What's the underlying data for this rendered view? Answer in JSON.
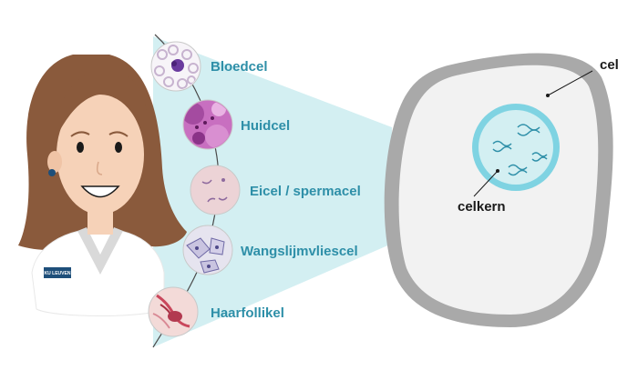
{
  "cell_types": [
    {
      "label": "Bloedcel",
      "icon": "blood-cell-micrograph-icon"
    },
    {
      "label": "Huidcel",
      "icon": "skin-cell-micrograph-icon"
    },
    {
      "label": "Eicel / spermacel",
      "icon": "egg-sperm-cell-micrograph-icon"
    },
    {
      "label": "Wangslijmvliescel",
      "icon": "cheek-cell-micrograph-icon"
    },
    {
      "label": "Haarfollikel",
      "icon": "hair-follicle-micrograph-icon"
    }
  ],
  "cell_diagram": {
    "cell_label": "cel",
    "nucleus_label": "celkern"
  },
  "logo": {
    "text": "KU LEUVEN"
  },
  "colors": {
    "accent": "#2e8fa8",
    "beam": "#d3eff2",
    "nucleus": "#7fd3e2",
    "membrane": "#a9a9a9",
    "hair": "#8a5a3c",
    "skin": "#f6d2b8"
  }
}
